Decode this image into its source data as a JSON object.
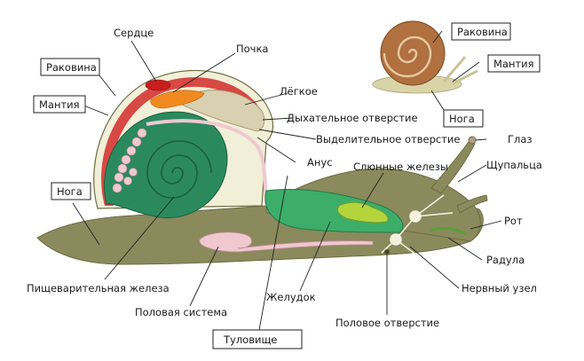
{
  "diagram": {
    "labels": {
      "serdtse": "Сердце",
      "pochka": "Почка",
      "rakovina_left": "Раковина",
      "mantiya_left": "Мантия",
      "lyogkoe": "Лёгкое",
      "dykhatelnoe": "Дыхательное отверстие",
      "vydelitelnoe": "Выделительное отверстие",
      "anus": "Анус",
      "glaz": "Глаз",
      "slyunnye": "Слюнные железы",
      "shchupaltsa": "Щупальца",
      "noga_left": "Нога",
      "rot": "Рот",
      "radula": "Радула",
      "pishchevaritelnaya": "Пищеварительная железа",
      "nervny_uzel": "Нервный узел",
      "zheludok": "Желудок",
      "polovaya_sistema": "Половая система",
      "polovoe_otverstie": "Половое отверстие",
      "tulovishche": "Туловище",
      "rakovina_right": "Раковина",
      "mantiya_right": "Мантия",
      "noga_right": "Нога"
    },
    "colors": {
      "body": "#8a8a5c",
      "shell_outer": "#f2efd8",
      "mantle_red": "#d42a2a",
      "hepatopancreas": "#2a8a5e",
      "intestine": "#f0c8d0",
      "kidney": "#f08a20",
      "lung": "#d8d0b0",
      "stomach": "#3cae6a",
      "salivary": "#b4d43c"
    }
  }
}
